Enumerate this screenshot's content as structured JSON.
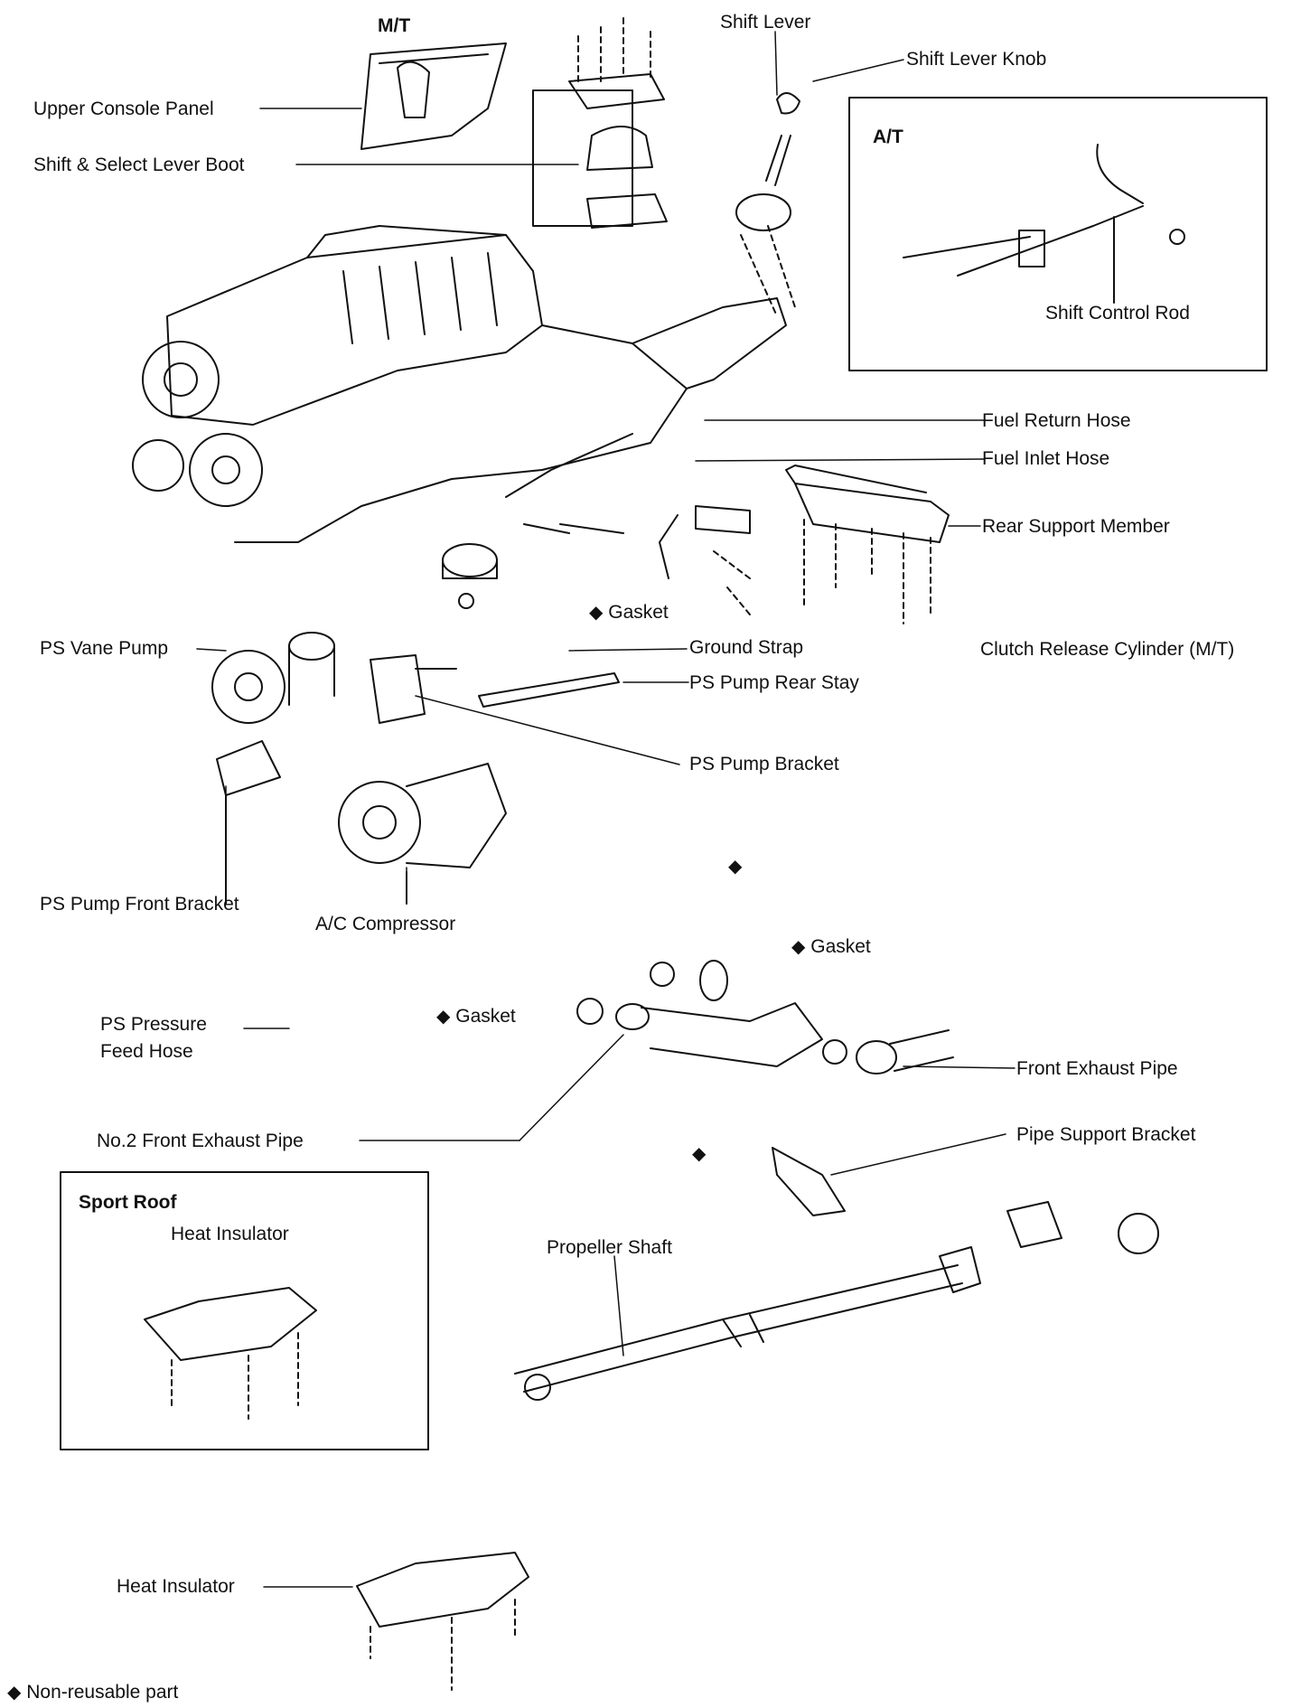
{
  "labels": {
    "mt": "M/T",
    "shift_lever": "Shift Lever",
    "shift_lever_knob": "Shift Lever Knob",
    "upper_console_panel": "Upper Console Panel",
    "shift_select_lever_boot": "Shift & Select Lever Boot",
    "at": "A/T",
    "shift_control_rod": "Shift Control Rod",
    "fuel_return_hose": "Fuel Return Hose",
    "fuel_inlet_hose": "Fuel Inlet Hose",
    "rear_support_member": "Rear Support Member",
    "gasket_1": "Gasket",
    "ps_vane_pump": "PS Vane Pump",
    "ground_strap": "Ground Strap",
    "clutch_release_cylinder": "Clutch Release Cylinder (M/T)",
    "ps_pump_rear_stay": "PS Pump Rear Stay",
    "ps_pump_bracket": "PS Pump Bracket",
    "ps_pump_front_bracket": "PS Pump Front Bracket",
    "ac_compressor": "A/C Compressor",
    "gasket_2": "Gasket",
    "gasket_3": "Gasket",
    "ps_pressure": "PS Pressure",
    "feed_hose": "Feed Hose",
    "front_exhaust_pipe": "Front Exhaust Pipe",
    "no2_front_exhaust_pipe": "No.2 Front Exhaust Pipe",
    "pipe_support_bracket": "Pipe Support Bracket",
    "sport_roof": "Sport Roof",
    "heat_insulator_1": "Heat Insulator",
    "propeller_shaft": "Propeller Shaft",
    "heat_insulator_2": "Heat Insulator",
    "legend_nonreusable": "Non-reusable part"
  },
  "symbols": {
    "nonreusable": "◆"
  },
  "colors": {
    "ink": "#111111",
    "paper": "#ffffff"
  }
}
